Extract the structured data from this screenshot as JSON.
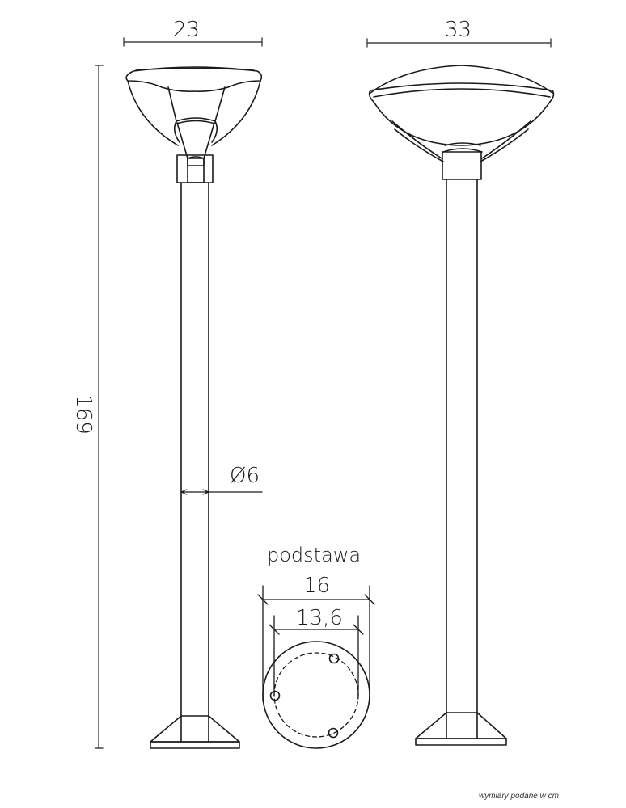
{
  "drawing": {
    "type": "technical-dimension-drawing",
    "subject": "garden post lamp, two views plus base",
    "stroke_color": "#1a1a1a",
    "background": "#ffffff"
  },
  "dimensions": {
    "front_head_width": "23",
    "side_head_width": "33",
    "total_height": "169",
    "pole_diameter": "Ø6",
    "base_outer_diameter": "16",
    "base_bolt_circle": "13,6"
  },
  "labels": {
    "base_title": "podstawa",
    "units_note": "wymiary podane w cm"
  },
  "views": [
    {
      "name": "front-view",
      "head": "bowl reflector with cone neck"
    },
    {
      "name": "side-view",
      "head": "flattened dome diffuser"
    },
    {
      "name": "base-plan-view",
      "holes": 3
    }
  ]
}
